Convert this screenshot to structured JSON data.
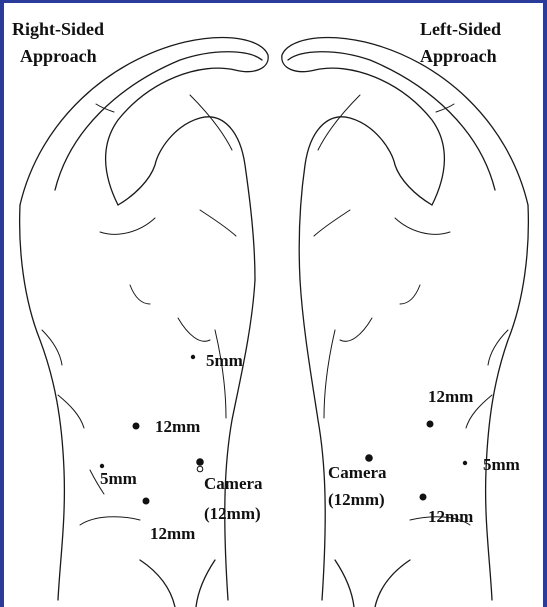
{
  "titles": {
    "right_line1": "Right-Sided",
    "right_line2": "Approach",
    "left_line1": "Left-Sided",
    "left_line2": "Approach"
  },
  "right_ports": {
    "upper_5mm": "5mm",
    "upper_12mm": "12mm",
    "lateral_5mm": "5mm",
    "camera_line1": "Camera",
    "camera_line2": "(12mm)",
    "lower_12mm": "12mm"
  },
  "left_ports": {
    "upper_12mm": "12mm",
    "lateral_5mm": "5mm",
    "camera_line1": "Camera",
    "camera_line2": "(12mm)",
    "lower_12mm": "12mm"
  },
  "colors": {
    "frame": "#2a3b9a",
    "ink": "#111111"
  }
}
